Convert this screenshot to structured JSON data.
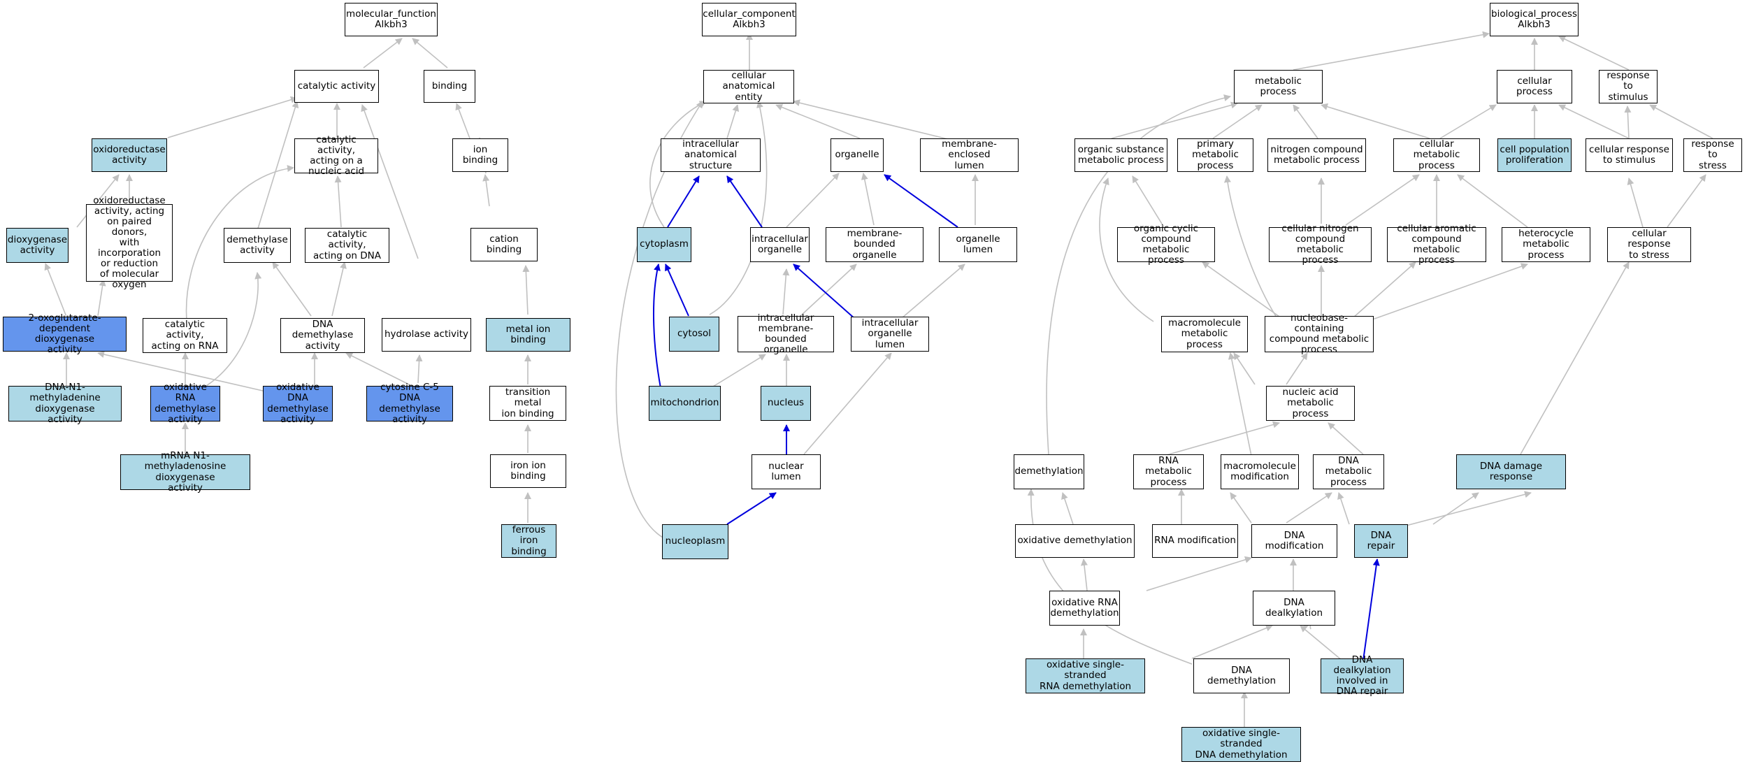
{
  "colors": {
    "plain": "#ffffff",
    "light": "#add8e6",
    "dark": "#6495ed",
    "gray_edge": "#c0c0c0",
    "blue_edge": "#0000dd"
  },
  "nodes": {
    "mf_root": {
      "label": "molecular_function\nAlkbh3",
      "fill": "plain"
    },
    "mf_catalytic": {
      "label": "catalytic activity",
      "fill": "plain"
    },
    "mf_binding": {
      "label": "binding",
      "fill": "plain"
    },
    "mf_oxidoreductase": {
      "label": "oxidoreductase\nactivity",
      "fill": "light"
    },
    "mf_cat_nucleic": {
      "label": "catalytic activity,\nacting on a\nnucleic acid",
      "fill": "plain"
    },
    "mf_ion_binding": {
      "label": "ion binding",
      "fill": "plain"
    },
    "mf_dioxygenase": {
      "label": "dioxygenase\nactivity",
      "fill": "light"
    },
    "mf_oxido_paired": {
      "label": "oxidoreductase\nactivity, acting\non paired donors,\nwith incorporation\nor reduction\nof molecular\noxygen",
      "fill": "plain"
    },
    "mf_demethylase": {
      "label": "demethylase\nactivity",
      "fill": "plain"
    },
    "mf_cat_dna": {
      "label": "catalytic activity,\nacting on DNA",
      "fill": "plain"
    },
    "mf_cation_binding": {
      "label": "cation binding",
      "fill": "plain"
    },
    "mf_2og": {
      "label": "2-oxoglutarate-dependent\ndioxygenase\nactivity",
      "fill": "dark"
    },
    "mf_cat_rna": {
      "label": "catalytic activity,\nacting on RNA",
      "fill": "plain"
    },
    "mf_dna_demethylase": {
      "label": "DNA demethylase\nactivity",
      "fill": "plain"
    },
    "mf_hydrolase": {
      "label": "hydrolase activity",
      "fill": "plain"
    },
    "mf_metal_ion": {
      "label": "metal ion binding",
      "fill": "light"
    },
    "mf_dna_n1": {
      "label": "DNA-N1-methyladenine\ndioxygenase\nactivity",
      "fill": "light"
    },
    "mf_ox_rna_demethylase": {
      "label": "oxidative RNA\ndemethylase\nactivity",
      "fill": "dark"
    },
    "mf_ox_dna_demethylase": {
      "label": "oxidative DNA\ndemethylase\nactivity",
      "fill": "dark"
    },
    "mf_cytosine_c5": {
      "label": "cytosine C-5\nDNA demethylase\nactivity",
      "fill": "dark"
    },
    "mf_transition_metal": {
      "label": "transition metal\nion binding",
      "fill": "plain"
    },
    "mf_mrna_n1": {
      "label": "mRNA N1-methyladenosine\ndioxygenase\nactivity",
      "fill": "light"
    },
    "mf_iron_ion": {
      "label": "iron ion binding",
      "fill": "plain"
    },
    "mf_ferrous": {
      "label": "ferrous iron\nbinding",
      "fill": "light"
    },
    "cc_root": {
      "label": "cellular_component\nAlkbh3",
      "fill": "plain"
    },
    "cc_anatomical": {
      "label": "cellular anatomical\nentity",
      "fill": "plain"
    },
    "cc_intracellular_struct": {
      "label": "intracellular\nanatomical structure",
      "fill": "plain"
    },
    "cc_organelle": {
      "label": "organelle",
      "fill": "plain"
    },
    "cc_membrane_enclosed": {
      "label": "membrane-enclosed\nlumen",
      "fill": "plain"
    },
    "cc_cytoplasm": {
      "label": "cytoplasm",
      "fill": "light"
    },
    "cc_intracellular_org": {
      "label": "intracellular\norganelle",
      "fill": "plain"
    },
    "cc_membrane_bounded": {
      "label": "membrane-bounded\norganelle",
      "fill": "plain"
    },
    "cc_organelle_lumen": {
      "label": "organelle lumen",
      "fill": "plain"
    },
    "cc_cytosol": {
      "label": "cytosol",
      "fill": "light"
    },
    "cc_intra_mb_org": {
      "label": "intracellular\nmembrane-bounded\norganelle",
      "fill": "plain"
    },
    "cc_intra_org_lumen": {
      "label": "intracellular\norganelle lumen",
      "fill": "plain"
    },
    "cc_mitochondrion": {
      "label": "mitochondrion",
      "fill": "light"
    },
    "cc_nucleus": {
      "label": "nucleus",
      "fill": "light"
    },
    "cc_nuclear_lumen": {
      "label": "nuclear lumen",
      "fill": "plain"
    },
    "cc_nucleoplasm": {
      "label": "nucleoplasm",
      "fill": "light"
    },
    "bp_root": {
      "label": "biological_process\nAlkbh3",
      "fill": "plain"
    },
    "bp_metabolic": {
      "label": "metabolic process",
      "fill": "plain"
    },
    "bp_cellular": {
      "label": "cellular process",
      "fill": "plain"
    },
    "bp_resp_stimulus": {
      "label": "response to\nstimulus",
      "fill": "plain"
    },
    "bp_organic_subst": {
      "label": "organic substance\nmetabolic process",
      "fill": "plain"
    },
    "bp_primary": {
      "label": "primary metabolic\nprocess",
      "fill": "plain"
    },
    "bp_nitrogen": {
      "label": "nitrogen compound\nmetabolic process",
      "fill": "plain"
    },
    "bp_cell_metabolic": {
      "label": "cellular metabolic\nprocess",
      "fill": "plain"
    },
    "bp_cell_pop": {
      "label": "cell population\nproliferation",
      "fill": "light"
    },
    "bp_cell_resp_stim": {
      "label": "cellular response\nto stimulus",
      "fill": "plain"
    },
    "bp_resp_stress": {
      "label": "response to\nstress",
      "fill": "plain"
    },
    "bp_org_cyclic": {
      "label": "organic cyclic\ncompound metabolic\nprocess",
      "fill": "plain"
    },
    "bp_cell_nitrogen": {
      "label": "cellular nitrogen\ncompound metabolic\nprocess",
      "fill": "plain"
    },
    "bp_cell_aromatic": {
      "label": "cellular aromatic\ncompound metabolic\nprocess",
      "fill": "plain"
    },
    "bp_heterocycle": {
      "label": "heterocycle\nmetabolic process",
      "fill": "plain"
    },
    "bp_cell_resp_stress": {
      "label": "cellular response\nto stress",
      "fill": "plain"
    },
    "bp_macromolecule": {
      "label": "macromolecule\nmetabolic process",
      "fill": "plain"
    },
    "bp_nucleobase": {
      "label": "nucleobase-containing\ncompound metabolic\nprocess",
      "fill": "plain"
    },
    "bp_nucleic_acid": {
      "label": "nucleic acid\nmetabolic process",
      "fill": "plain"
    },
    "bp_demethylation": {
      "label": "demethylation",
      "fill": "plain"
    },
    "bp_rna_metabolic": {
      "label": "RNA metabolic\nprocess",
      "fill": "plain"
    },
    "bp_macro_mod": {
      "label": "macromolecule\nmodification",
      "fill": "plain"
    },
    "bp_dna_metabolic": {
      "label": "DNA metabolic\nprocess",
      "fill": "plain"
    },
    "bp_dna_damage": {
      "label": "DNA damage response",
      "fill": "light"
    },
    "bp_ox_demethylation": {
      "label": "oxidative demethylation",
      "fill": "plain"
    },
    "bp_rna_mod": {
      "label": "RNA modification",
      "fill": "plain"
    },
    "bp_dna_mod": {
      "label": "DNA modification",
      "fill": "plain"
    },
    "bp_dna_repair": {
      "label": "DNA repair",
      "fill": "light"
    },
    "bp_ox_rna_demeth": {
      "label": "oxidative RNA\ndemethylation",
      "fill": "plain"
    },
    "bp_dna_dealkylation": {
      "label": "DNA dealkylation",
      "fill": "plain"
    },
    "bp_ox_ss_rna": {
      "label": "oxidative single-stranded\nRNA demethylation",
      "fill": "light"
    },
    "bp_dna_demethylation": {
      "label": "DNA demethylation",
      "fill": "plain"
    },
    "bp_dna_dealk_repair": {
      "label": "DNA dealkylation\ninvolved in\nDNA repair",
      "fill": "light"
    },
    "bp_ox_ss_dna": {
      "label": "oxidative single-stranded\nDNA demethylation",
      "fill": "light"
    }
  }
}
